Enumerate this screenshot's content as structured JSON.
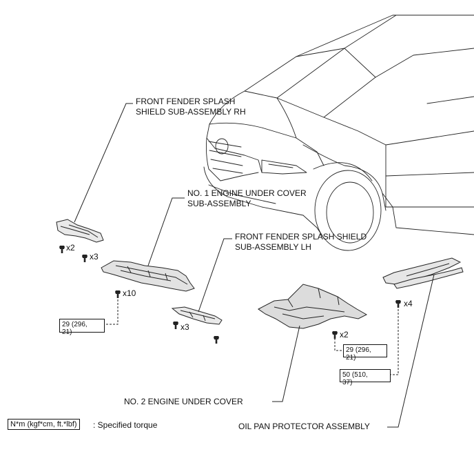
{
  "labels": {
    "fender_rh": [
      "FRONT FENDER SPLASH",
      "SHIELD SUB-ASSEMBLY RH"
    ],
    "engine_cover_1": [
      "NO. 1 ENGINE UNDER COVER",
      "SUB-ASSEMBLY"
    ],
    "fender_lh": [
      "FRONT FENDER SPLASH SHIELD",
      "SUB-ASSEMBLY LH"
    ],
    "engine_cover_2": "NO. 2 ENGINE UNDER COVER",
    "oil_pan": "OIL PAN PROTECTOR ASSEMBLY"
  },
  "quantities": {
    "rh_bolts_a": "x2",
    "rh_bolts_b": "x3",
    "cover1_bolts": "x10",
    "lh_bolts": "x3",
    "cover2_bolts": "x2",
    "oilpan_bolts": "x4"
  },
  "torques": {
    "t1": [
      "29 (296,",
      "21)"
    ],
    "t2": [
      "29 (296,",
      "21)"
    ],
    "t3": [
      "50 (510,",
      "37)"
    ]
  },
  "legend": {
    "unit": "N*m (kgf*cm, ft.*lbf)",
    "text": ": Specified torque"
  },
  "icons": [
    "bolt-icon",
    "vehicle-illustration"
  ]
}
